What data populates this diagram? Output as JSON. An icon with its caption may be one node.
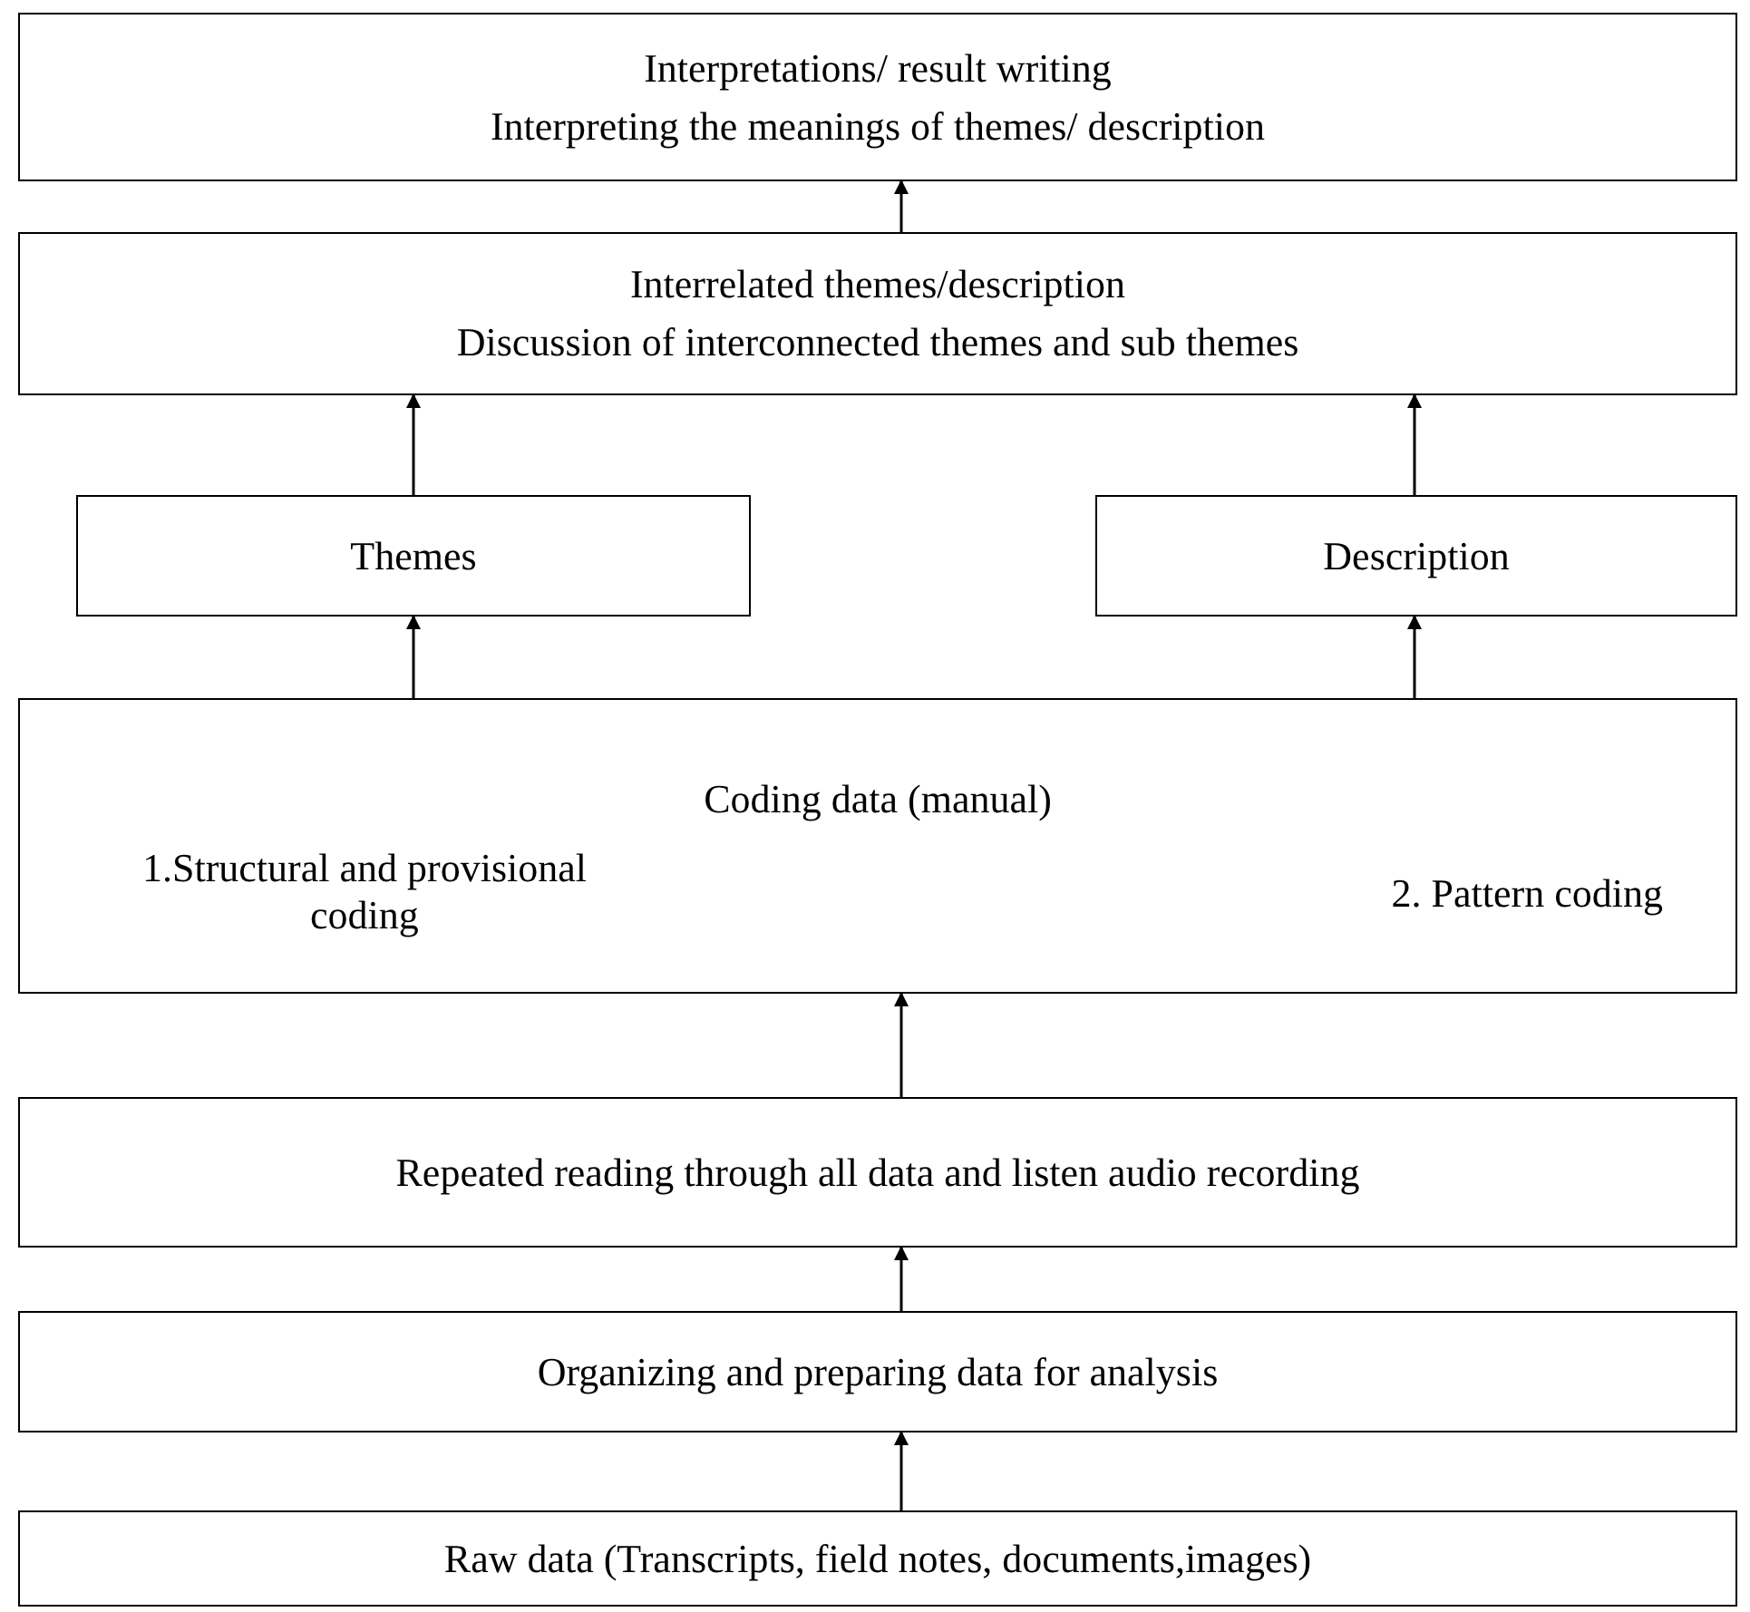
{
  "diagram": {
    "nodes": [
      {
        "text": [
          "Interpretations/ result writing",
          "Interpreting the meanings of themes/ description"
        ]
      },
      {
        "text": [
          "Interrelated themes/description",
          "Discussion of interconnected themes and sub themes"
        ]
      },
      {
        "text": [
          "Themes"
        ]
      },
      {
        "text": [
          "Description"
        ]
      },
      {
        "text": [
          "Coding data (manual)",
          "1.Structural and provisional coding",
          "2. Pattern coding"
        ]
      },
      {
        "text": [
          "Repeated reading through all data and listen audio recording"
        ]
      },
      {
        "text": [
          "Organizing and preparing data for analysis"
        ]
      },
      {
        "text": [
          "Raw data (Transcripts, field notes, documents,images)"
        ]
      }
    ],
    "edges": [
      {
        "from": 7,
        "to": 6,
        "arrow": "to"
      },
      {
        "from": 6,
        "to": 5,
        "arrow": "to"
      },
      {
        "from": 5,
        "to": 4,
        "arrow": "to"
      },
      {
        "from": 4,
        "to": 2,
        "arrow": "to"
      },
      {
        "from": 4,
        "to": 3,
        "arrow": "to"
      },
      {
        "from": 2,
        "to": 1,
        "arrow": "to"
      },
      {
        "from": 3,
        "to": 1,
        "arrow": "to"
      },
      {
        "from": 1,
        "to": 0,
        "arrow": "to"
      }
    ]
  }
}
